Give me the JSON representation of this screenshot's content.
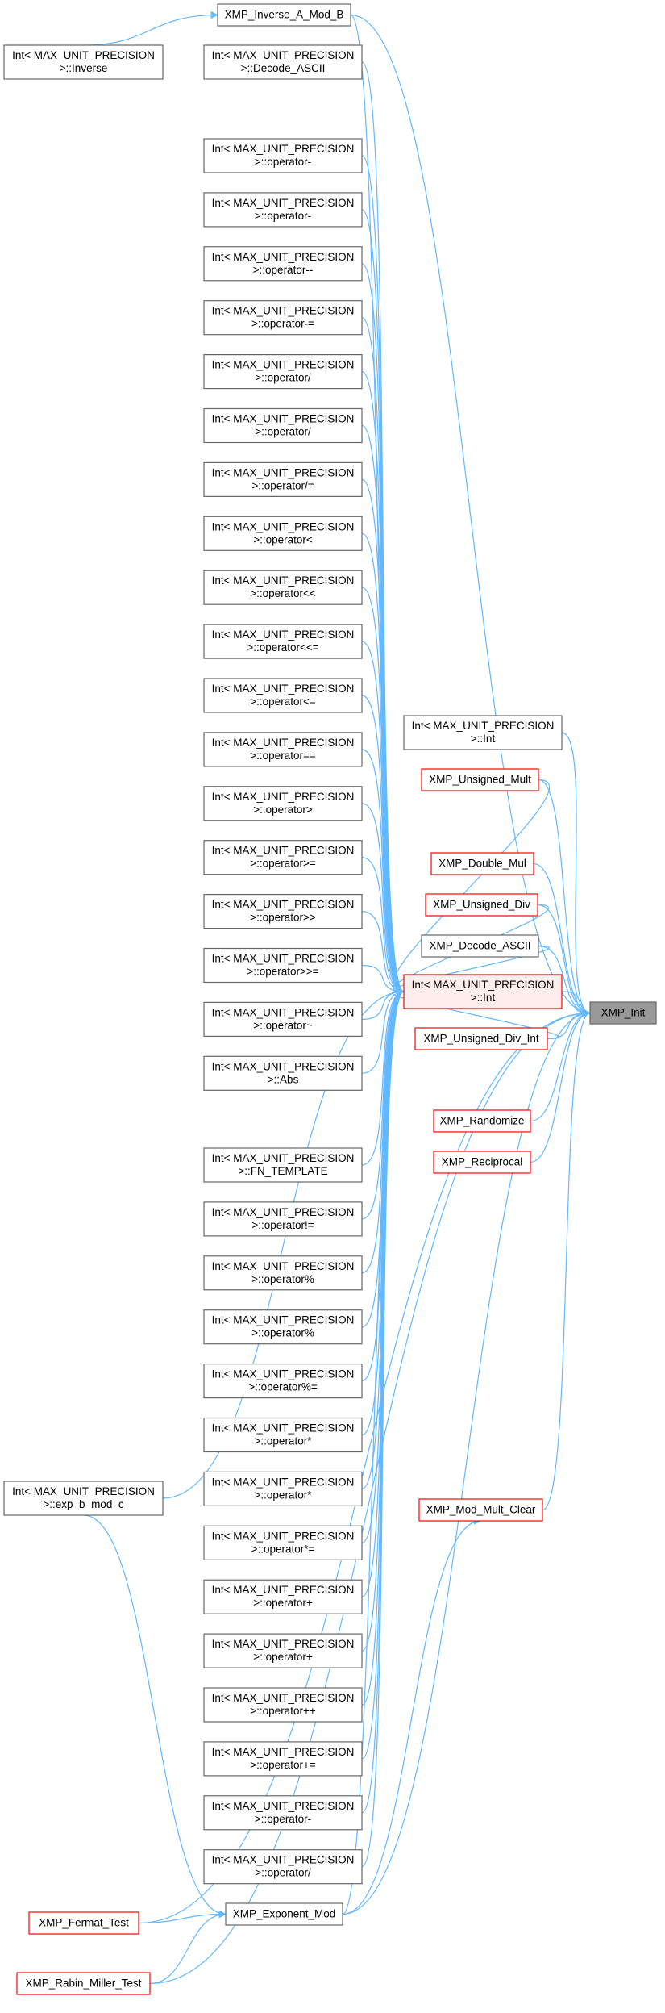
{
  "theme": {
    "edge": "#63b8ff",
    "node_border": "#666666",
    "node_fill": "#ffffff",
    "red_border": "#ff0000",
    "highlight_fill": "#ffecec",
    "target_fill": "#999999"
  },
  "nodes": [
    {
      "id": "target",
      "lines": [
        "XMP_Init"
      ],
      "style": "target"
    },
    {
      "id": "int_ctor2",
      "lines": [
        "Int< MAX_UNIT_PRECISION",
        ">::Int"
      ],
      "style": "plain"
    },
    {
      "id": "unsigned_mult",
      "lines": [
        "XMP_Unsigned_Mult"
      ],
      "style": "red"
    },
    {
      "id": "double_mul",
      "lines": [
        "XMP_Double_Mul"
      ],
      "style": "red"
    },
    {
      "id": "unsigned_div",
      "lines": [
        "XMP_Unsigned_Div"
      ],
      "style": "red"
    },
    {
      "id": "decode_ascii_b",
      "lines": [
        "XMP_Decode_ASCII"
      ],
      "style": "plain"
    },
    {
      "id": "int_ctor",
      "lines": [
        "Int< MAX_UNIT_PRECISION",
        ">::Int"
      ],
      "style": "highlight"
    },
    {
      "id": "unsigned_div_int",
      "lines": [
        "XMP_Unsigned_Div_Int"
      ],
      "style": "red"
    },
    {
      "id": "randomize",
      "lines": [
        "XMP_Randomize"
      ],
      "style": "red"
    },
    {
      "id": "reciprocal",
      "lines": [
        "XMP_Reciprocal"
      ],
      "style": "red"
    },
    {
      "id": "mod_mult_clear",
      "lines": [
        "XMP_Mod_Mult_Clear"
      ],
      "style": "red"
    },
    {
      "id": "inverse_a_mod_b",
      "lines": [
        "XMP_Inverse_A_Mod_B"
      ],
      "style": "plain"
    },
    {
      "id": "inverse",
      "lines": [
        "Int< MAX_UNIT_PRECISION",
        ">::Inverse"
      ],
      "style": "plain"
    },
    {
      "id": "decode_ascii",
      "lines": [
        "Int< MAX_UNIT_PRECISION",
        ">::Decode_ASCII"
      ],
      "style": "plain"
    },
    {
      "id": "op_minus1",
      "lines": [
        "Int< MAX_UNIT_PRECISION",
        ">::operator-"
      ],
      "style": "plain"
    },
    {
      "id": "op_minus2",
      "lines": [
        "Int< MAX_UNIT_PRECISION",
        ">::operator-"
      ],
      "style": "plain"
    },
    {
      "id": "op_decr",
      "lines": [
        "Int< MAX_UNIT_PRECISION",
        ">::operator--"
      ],
      "style": "plain"
    },
    {
      "id": "op_minus_eq",
      "lines": [
        "Int< MAX_UNIT_PRECISION",
        ">::operator-="
      ],
      "style": "plain"
    },
    {
      "id": "op_div1",
      "lines": [
        "Int< MAX_UNIT_PRECISION",
        ">::operator/"
      ],
      "style": "plain"
    },
    {
      "id": "op_div2",
      "lines": [
        "Int< MAX_UNIT_PRECISION",
        ">::operator/"
      ],
      "style": "plain"
    },
    {
      "id": "op_div_eq",
      "lines": [
        "Int< MAX_UNIT_PRECISION",
        ">::operator/="
      ],
      "style": "plain"
    },
    {
      "id": "op_lt",
      "lines": [
        "Int< MAX_UNIT_PRECISION",
        ">::operator<"
      ],
      "style": "plain"
    },
    {
      "id": "op_shl",
      "lines": [
        "Int< MAX_UNIT_PRECISION",
        ">::operator<<"
      ],
      "style": "plain"
    },
    {
      "id": "op_shl_eq",
      "lines": [
        "Int< MAX_UNIT_PRECISION",
        ">::operator<<="
      ],
      "style": "plain"
    },
    {
      "id": "op_le",
      "lines": [
        "Int< MAX_UNIT_PRECISION",
        ">::operator<="
      ],
      "style": "plain"
    },
    {
      "id": "op_eqeq",
      "lines": [
        "Int< MAX_UNIT_PRECISION",
        ">::operator=="
      ],
      "style": "plain"
    },
    {
      "id": "op_gt",
      "lines": [
        "Int< MAX_UNIT_PRECISION",
        ">::operator>"
      ],
      "style": "plain"
    },
    {
      "id": "op_ge",
      "lines": [
        "Int< MAX_UNIT_PRECISION",
        ">::operator>="
      ],
      "style": "plain"
    },
    {
      "id": "op_shr",
      "lines": [
        "Int< MAX_UNIT_PRECISION",
        ">::operator>>"
      ],
      "style": "plain"
    },
    {
      "id": "op_shr_eq",
      "lines": [
        "Int< MAX_UNIT_PRECISION",
        ">::operator>>="
      ],
      "style": "plain"
    },
    {
      "id": "op_tilde",
      "lines": [
        "Int< MAX_UNIT_PRECISION",
        ">::operator~"
      ],
      "style": "plain"
    },
    {
      "id": "abs",
      "lines": [
        "Int< MAX_UNIT_PRECISION",
        ">::Abs"
      ],
      "style": "plain"
    },
    {
      "id": "fn_template",
      "lines": [
        "Int< MAX_UNIT_PRECISION",
        ">::FN_TEMPLATE"
      ],
      "style": "plain"
    },
    {
      "id": "op_ne",
      "lines": [
        "Int< MAX_UNIT_PRECISION",
        ">::operator!="
      ],
      "style": "plain"
    },
    {
      "id": "op_mod1",
      "lines": [
        "Int< MAX_UNIT_PRECISION",
        ">::operator%"
      ],
      "style": "plain"
    },
    {
      "id": "op_mod2",
      "lines": [
        "Int< MAX_UNIT_PRECISION",
        ">::operator%"
      ],
      "style": "plain"
    },
    {
      "id": "op_mod_eq",
      "lines": [
        "Int< MAX_UNIT_PRECISION",
        ">::operator%="
      ],
      "style": "plain"
    },
    {
      "id": "op_mul1",
      "lines": [
        "Int< MAX_UNIT_PRECISION",
        ">::operator*"
      ],
      "style": "plain"
    },
    {
      "id": "op_mul2",
      "lines": [
        "Int< MAX_UNIT_PRECISION",
        ">::operator*"
      ],
      "style": "plain"
    },
    {
      "id": "op_mul_eq",
      "lines": [
        "Int< MAX_UNIT_PRECISION",
        ">::operator*="
      ],
      "style": "plain"
    },
    {
      "id": "op_plus1",
      "lines": [
        "Int< MAX_UNIT_PRECISION",
        ">::operator+"
      ],
      "style": "plain"
    },
    {
      "id": "op_plus2",
      "lines": [
        "Int< MAX_UNIT_PRECISION",
        ">::operator+"
      ],
      "style": "plain"
    },
    {
      "id": "op_incr",
      "lines": [
        "Int< MAX_UNIT_PRECISION",
        ">::operator++"
      ],
      "style": "plain"
    },
    {
      "id": "op_plus_eq",
      "lines": [
        "Int< MAX_UNIT_PRECISION",
        ">::operator+="
      ],
      "style": "plain"
    },
    {
      "id": "op_minus3",
      "lines": [
        "Int< MAX_UNIT_PRECISION",
        ">::operator-"
      ],
      "style": "plain"
    },
    {
      "id": "op_div3",
      "lines": [
        "Int< MAX_UNIT_PRECISION",
        ">::operator/"
      ],
      "style": "plain"
    },
    {
      "id": "exp_b_mod_c",
      "lines": [
        "Int< MAX_UNIT_PRECISION",
        ">::exp_b_mod_c"
      ],
      "style": "plain"
    },
    {
      "id": "exponent_mod",
      "lines": [
        "XMP_Exponent_Mod"
      ],
      "style": "plain"
    },
    {
      "id": "fermat_test",
      "lines": [
        "XMP_Fermat_Test"
      ],
      "style": "red"
    },
    {
      "id": "rabin_miller_test",
      "lines": [
        "XMP_Rabin_Miller_Test"
      ],
      "style": "red"
    }
  ],
  "edges": [
    [
      "int_ctor2",
      "target"
    ],
    [
      "unsigned_mult",
      "target"
    ],
    [
      "double_mul",
      "target"
    ],
    [
      "unsigned_div",
      "target"
    ],
    [
      "decode_ascii_b",
      "target"
    ],
    [
      "int_ctor",
      "target"
    ],
    [
      "unsigned_div_int",
      "target"
    ],
    [
      "randomize",
      "target"
    ],
    [
      "reciprocal",
      "target"
    ],
    [
      "mod_mult_clear",
      "target"
    ],
    [
      "inverse_a_mod_b",
      "target"
    ],
    [
      "exponent_mod",
      "target"
    ],
    [
      "fermat_test",
      "target"
    ],
    [
      "rabin_miller_test",
      "target"
    ],
    [
      "unsigned_div_int",
      "int_ctor"
    ],
    [
      "decode_ascii_b",
      "int_ctor"
    ],
    [
      "unsigned_mult",
      "int_ctor"
    ],
    [
      "unsigned_div",
      "int_ctor"
    ],
    [
      "inverse_a_mod_b",
      "int_ctor"
    ],
    [
      "decode_ascii",
      "int_ctor"
    ],
    [
      "op_minus1",
      "int_ctor"
    ],
    [
      "op_minus2",
      "int_ctor"
    ],
    [
      "op_decr",
      "int_ctor"
    ],
    [
      "op_minus_eq",
      "int_ctor"
    ],
    [
      "op_div1",
      "int_ctor"
    ],
    [
      "op_div2",
      "int_ctor"
    ],
    [
      "op_div_eq",
      "int_ctor"
    ],
    [
      "op_lt",
      "int_ctor"
    ],
    [
      "op_shl",
      "int_ctor"
    ],
    [
      "op_shl_eq",
      "int_ctor"
    ],
    [
      "op_le",
      "int_ctor"
    ],
    [
      "op_eqeq",
      "int_ctor"
    ],
    [
      "op_gt",
      "int_ctor"
    ],
    [
      "op_ge",
      "int_ctor"
    ],
    [
      "op_shr",
      "int_ctor"
    ],
    [
      "op_shr_eq",
      "int_ctor"
    ],
    [
      "op_tilde",
      "int_ctor"
    ],
    [
      "abs",
      "int_ctor"
    ],
    [
      "exp_b_mod_c",
      "int_ctor"
    ],
    [
      "fn_template",
      "int_ctor"
    ],
    [
      "op_ne",
      "int_ctor"
    ],
    [
      "op_mod1",
      "int_ctor"
    ],
    [
      "op_mod2",
      "int_ctor"
    ],
    [
      "op_mod_eq",
      "int_ctor"
    ],
    [
      "op_mul1",
      "int_ctor"
    ],
    [
      "op_mul2",
      "int_ctor"
    ],
    [
      "op_mul_eq",
      "int_ctor"
    ],
    [
      "op_plus1",
      "int_ctor"
    ],
    [
      "op_plus2",
      "int_ctor"
    ],
    [
      "op_incr",
      "int_ctor"
    ],
    [
      "op_plus_eq",
      "int_ctor"
    ],
    [
      "op_minus3",
      "int_ctor"
    ],
    [
      "op_div3",
      "int_ctor"
    ],
    [
      "exponent_mod",
      "int_ctor"
    ],
    [
      "inverse",
      "inverse_a_mod_b"
    ],
    [
      "exp_b_mod_c",
      "exponent_mod"
    ],
    [
      "fermat_test",
      "exponent_mod"
    ],
    [
      "rabin_miller_test",
      "exponent_mod"
    ],
    [
      "exponent_mod",
      "mod_mult_clear"
    ]
  ]
}
